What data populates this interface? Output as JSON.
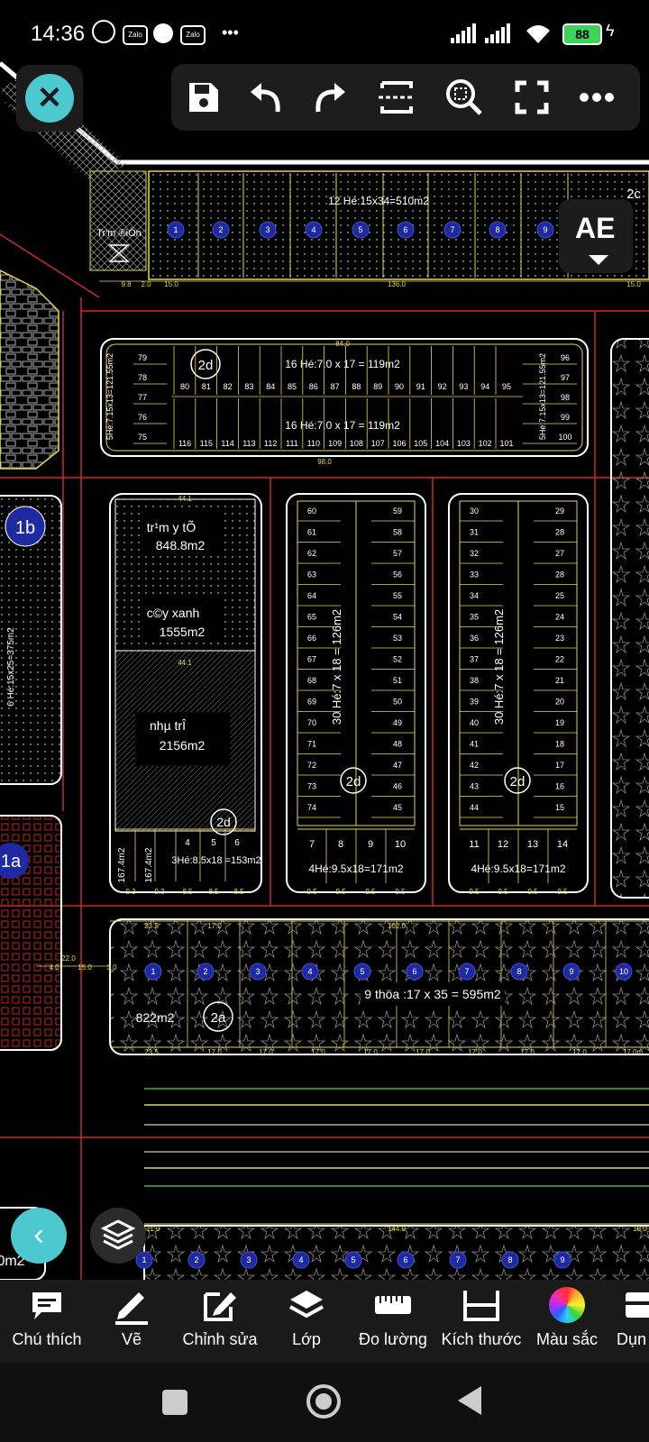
{
  "status_bar": {
    "time": "14:36",
    "apps": [
      "Zalo",
      "Zalo"
    ],
    "more": "•••",
    "battery": "88"
  },
  "toolbar": {
    "icons": [
      "save-icon",
      "undo-icon",
      "redo-icon",
      "fit-width-icon",
      "zoom-window-icon",
      "fullscreen-icon",
      "more-icon"
    ]
  },
  "text_style_button": {
    "label": "AE"
  },
  "drawing": {
    "top_label": "12 Hé:15x34=510m2",
    "top_corner": "2c",
    "tram_label": "Tr'm ®iÖn",
    "top_dims": [
      "9.8",
      "2.0",
      "15.0",
      "136.0",
      "15.0"
    ],
    "top_lots": [
      "1",
      "2",
      "3",
      "4",
      "5",
      "6",
      "7",
      "8",
      "9"
    ],
    "block_2d_label": "2d",
    "row16_a": "16 Hé:7.0 x 17 = 119m2",
    "row16_b": "16 Hé:7.0 x 17 = 119m2",
    "side5_left": "5Hé:7.15x13=121.55m2",
    "side5_right": "5Hé:7.15x13=121.55m2",
    "upper_row_lots": [
      "80",
      "81",
      "82",
      "83",
      "84",
      "85",
      "86",
      "87",
      "88",
      "89",
      "90",
      "91",
      "92",
      "93",
      "94",
      "95"
    ],
    "lower_row_lots": [
      "116",
      "115",
      "114",
      "113",
      "112",
      "111",
      "110",
      "109",
      "108",
      "107",
      "106",
      "105",
      "104",
      "103",
      "102",
      "101"
    ],
    "left_lots": [
      "79",
      "78",
      "77",
      "76",
      "75"
    ],
    "right_lots": [
      "96",
      "97",
      "98",
      "99",
      "100"
    ],
    "dim_84": "84.0",
    "dim_98": "98.0",
    "tram_y_te": "tr¹m y tÕ",
    "tram_y_te_area": "848.8m2",
    "cay_xanh": "c©y xanh",
    "cay_xanh_area": "1555m2",
    "nha_tre": "nhµ trÎ",
    "nha_tre_area": "2156m2",
    "dim_44": "44.1",
    "label_1b": "1b",
    "label_1a": "1a",
    "side6": "6 Hé:15x25=375m2",
    "col30_a": "30 Hé:7 x 18 = 126m2",
    "col30_b": "30 Hé:7 x 18 = 126m2",
    "mid_a_left": [
      "60",
      "61",
      "62",
      "63",
      "64",
      "65",
      "66",
      "67",
      "68",
      "69",
      "70",
      "71",
      "72",
      "73",
      "74"
    ],
    "mid_a_right": [
      "59",
      "58",
      "57",
      "56",
      "55",
      "54",
      "53",
      "52",
      "51",
      "50",
      "49",
      "48",
      "47",
      "46",
      "45"
    ],
    "mid_b_left": [
      "30",
      "31",
      "32",
      "33",
      "34",
      "35",
      "36",
      "37",
      "38",
      "39",
      "40",
      "41",
      "42",
      "43",
      "44"
    ],
    "mid_b_right": [
      "29",
      "28",
      "27",
      "28",
      "25",
      "24",
      "23",
      "22",
      "21",
      "20",
      "19",
      "18",
      "17",
      "16",
      "15"
    ],
    "four_a": "4Hé:9.5x18=171m2",
    "four_b": "4Hé:9.5x18=171m2",
    "four_a_lots": [
      "7",
      "8",
      "9",
      "10"
    ],
    "four_b_lots": [
      "11",
      "12",
      "13",
      "14"
    ],
    "three_lots": "3Hé:8.5x18 =153m2",
    "three_lot_nums": [
      "4",
      "5",
      "6"
    ],
    "small_a": "167.4m2",
    "small_b": "167.4m2",
    "bottom_dims": [
      "9.3",
      "9.3",
      "8.5",
      "8.5",
      "8.5"
    ],
    "mid_dims": [
      "9.5",
      "9.5",
      "9.5",
      "9.5"
    ],
    "row9": "9 thöa :17 x 35 = 595m2",
    "row9_lots": [
      "1",
      "2",
      "3",
      "4",
      "5",
      "6",
      "7",
      "8",
      "9",
      "10"
    ],
    "area_822": "822m2",
    "label_2a": "2a",
    "row9_dims": [
      "23.5",
      "17.0",
      "17.0",
      "17.0",
      "17.0",
      "17.0",
      "17.0",
      "17.0",
      "17.0",
      "17.0m"
    ],
    "row9_top_dims": [
      "23.5",
      "17.0",
      "102.0"
    ],
    "bottom_strip_dims": [
      "11.0",
      "144.0",
      "18.0"
    ],
    "left_dims": [
      "22.0",
      "15.0",
      "3.0",
      "4.0"
    ],
    "label_0m2": "0m2"
  },
  "bottom_tools": [
    {
      "label": "Chú thích",
      "icon": "comment-icon"
    },
    {
      "label": "Vẽ",
      "icon": "pencil-icon"
    },
    {
      "label": "Chỉnh sửa",
      "icon": "edit-icon"
    },
    {
      "label": "Lớp",
      "icon": "layers-icon"
    },
    {
      "label": "Đo lường",
      "icon": "ruler-icon"
    },
    {
      "label": "Kích thước",
      "icon": "dimension-icon"
    },
    {
      "label": "Màu sắc",
      "icon": "color-wheel-icon"
    },
    {
      "label": "Dụn",
      "icon": "tool-icon"
    }
  ],
  "colors": {
    "accent": "#4dc8cf",
    "red_line": "#cc2a2a",
    "yellow_line": "#e6d84a",
    "white_line": "#ffffff",
    "blue_dot": "#1f2aa0",
    "green_line": "#3fb24e"
  }
}
